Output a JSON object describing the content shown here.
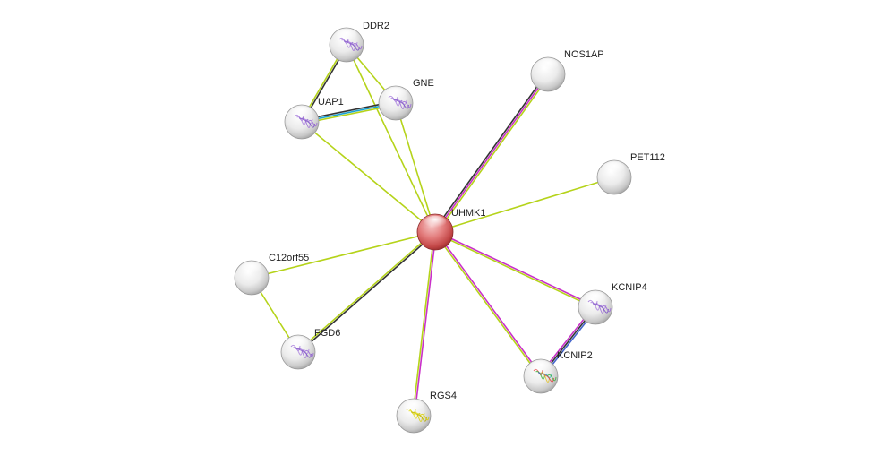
{
  "network": {
    "nodes": [
      {
        "id": "UHMK1",
        "label": "UHMK1",
        "style": "query",
        "structure": "none"
      },
      {
        "id": "DDR2",
        "label": "DDR2",
        "style": "neighbor",
        "structure": "purple"
      },
      {
        "id": "GNE",
        "label": "GNE",
        "style": "neighbor",
        "structure": "purple"
      },
      {
        "id": "UAP1",
        "label": "UAP1",
        "style": "neighbor",
        "structure": "purple"
      },
      {
        "id": "NOS1AP",
        "label": "NOS1AP",
        "style": "neighbor",
        "structure": "none"
      },
      {
        "id": "PET112",
        "label": "PET112",
        "style": "neighbor",
        "structure": "none"
      },
      {
        "id": "C12orf55",
        "label": "C12orf55",
        "style": "neighbor",
        "structure": "none"
      },
      {
        "id": "FGD6",
        "label": "FGD6",
        "style": "neighbor",
        "structure": "purple"
      },
      {
        "id": "RGS4",
        "label": "RGS4",
        "style": "neighbor",
        "structure": "yellow"
      },
      {
        "id": "KCNIP4",
        "label": "KCNIP4",
        "style": "neighbor",
        "structure": "purple"
      },
      {
        "id": "KCNIP2",
        "label": "KCNIP2",
        "style": "neighbor",
        "structure": "rainbow"
      }
    ],
    "edges": [
      {
        "source": "UHMK1",
        "target": "DDR2",
        "evidence": [
          "#b5d31a"
        ]
      },
      {
        "source": "UHMK1",
        "target": "GNE",
        "evidence": [
          "#b5d31a"
        ]
      },
      {
        "source": "UHMK1",
        "target": "UAP1",
        "evidence": [
          "#b5d31a"
        ]
      },
      {
        "source": "UHMK1",
        "target": "NOS1AP",
        "evidence": [
          "#333333",
          "#c930c9",
          "#b5d31a"
        ]
      },
      {
        "source": "UHMK1",
        "target": "PET112",
        "evidence": [
          "#b5d31a"
        ]
      },
      {
        "source": "UHMK1",
        "target": "C12orf55",
        "evidence": [
          "#b5d31a"
        ]
      },
      {
        "source": "UHMK1",
        "target": "FGD6",
        "evidence": [
          "#333333",
          "#b5d31a"
        ]
      },
      {
        "source": "UHMK1",
        "target": "RGS4",
        "evidence": [
          "#c930c9",
          "#b5d31a"
        ]
      },
      {
        "source": "UHMK1",
        "target": "KCNIP4",
        "evidence": [
          "#c930c9",
          "#b5d31a"
        ]
      },
      {
        "source": "UHMK1",
        "target": "KCNIP2",
        "evidence": [
          "#c930c9",
          "#b5d31a"
        ]
      },
      {
        "source": "DDR2",
        "target": "UAP1",
        "evidence": [
          "#333333",
          "#b5d31a"
        ]
      },
      {
        "source": "DDR2",
        "target": "GNE",
        "evidence": [
          "#b5d31a"
        ]
      },
      {
        "source": "UAP1",
        "target": "GNE",
        "evidence": [
          "#333333",
          "#1aa3d3",
          "#b5d31a"
        ]
      },
      {
        "source": "C12orf55",
        "target": "FGD6",
        "evidence": [
          "#b5d31a"
        ]
      },
      {
        "source": "KCNIP4",
        "target": "KCNIP2",
        "evidence": [
          "#4466cc",
          "#333333",
          "#c930c9"
        ]
      }
    ]
  }
}
